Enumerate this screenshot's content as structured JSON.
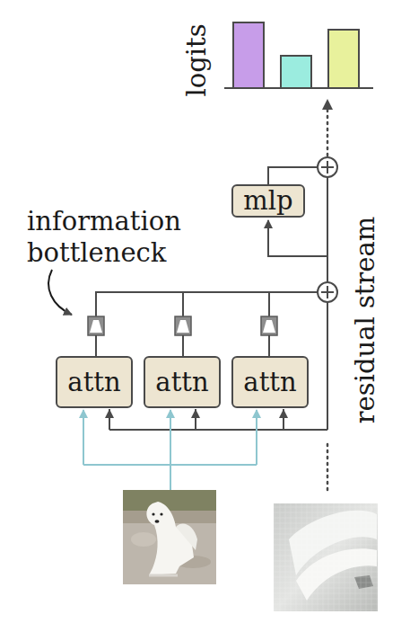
{
  "diagram": {
    "nodes": [
      {
        "text": [
          "mlp"
        ]
      },
      {
        "text": [
          "attn"
        ]
      },
      {
        "text": [
          "attn"
        ]
      },
      {
        "text": [
          "attn"
        ]
      }
    ],
    "labels": [
      "logits",
      "information bottleneck",
      "residual stream"
    ]
  }
}
